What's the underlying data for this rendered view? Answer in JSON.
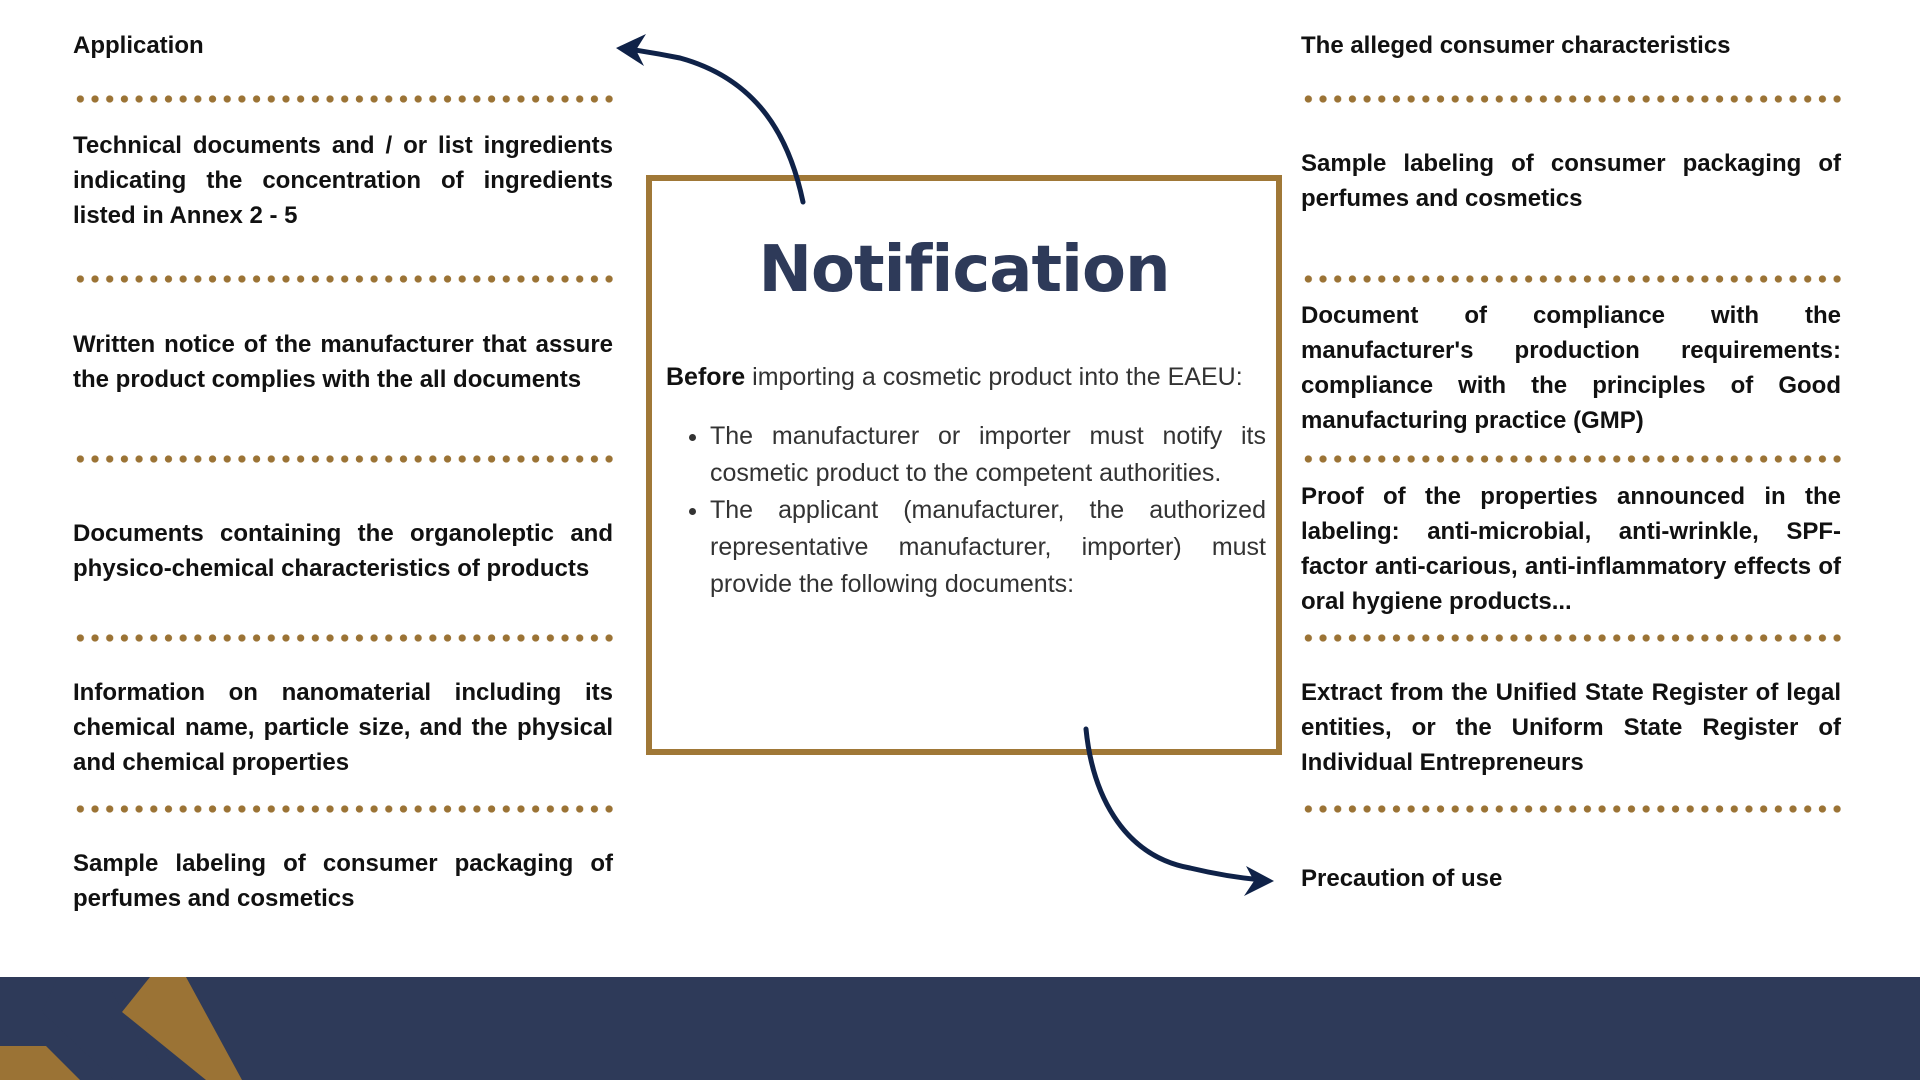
{
  "center": {
    "title": "Notification",
    "intro_lead": "Before",
    "intro_rest": " importing a cosmetic product into the EAEU:",
    "bullets": [
      "The manufacturer or importer must notify its cosmetic product to the competent authorities.",
      "The applicant (manufacturer, the authorized representative manufacturer, importer) must provide the following documents:"
    ]
  },
  "left_items": [
    "Application",
    "Technical documents and / or list ingredients indicating the concentration of ingredients listed in Annex 2 - 5",
    "Written notice of the manufacturer that assure the product complies with the all documents",
    "Documents containing the organoleptic and physico-chemical characteristics of products",
    "Information on nanomaterial including its chemical name, particle size, and the physical and chemical properties",
    "Sample labeling of consumer packaging of perfumes and cosmetics"
  ],
  "right_items": [
    "The alleged consumer characteristics",
    "Sample labeling of consumer packaging of perfumes and cosmetics",
    "Document of compliance with the manufacturer's production requirements: compliance with the principles of Good manufacturing practice (GMP)",
    "Proof of the properties announced in the labeling: anti-microbial, anti-wrinkle, SPF-factor anti-carious, anti-inflammatory effects of oral hygiene products...",
    "Extract from the Unified State Register of legal entities, or the Uniform State Register of Individual Entrepreneurs",
    "Precaution of use"
  ],
  "colors": {
    "navy": "#2e3a59",
    "gold": "#9b7335",
    "arrow": "#0f2248"
  }
}
